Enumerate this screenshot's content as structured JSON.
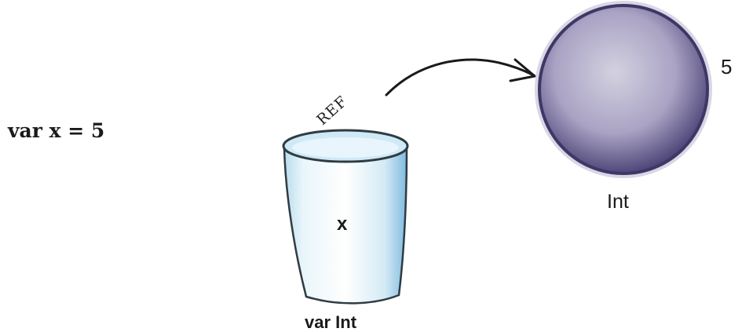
{
  "code": {
    "statement": "var x = 5"
  },
  "variable": {
    "name": "x",
    "type_label": "var Int"
  },
  "reference": {
    "label": "REF"
  },
  "object": {
    "type": "Int",
    "value": "5"
  },
  "colors": {
    "cup_fill": "#dff0f8",
    "cup_blue": "#8fc6e4",
    "object_fill": "#b8b3cd",
    "object_edge": "#4b4472",
    "ink": "#1a1a1a"
  }
}
